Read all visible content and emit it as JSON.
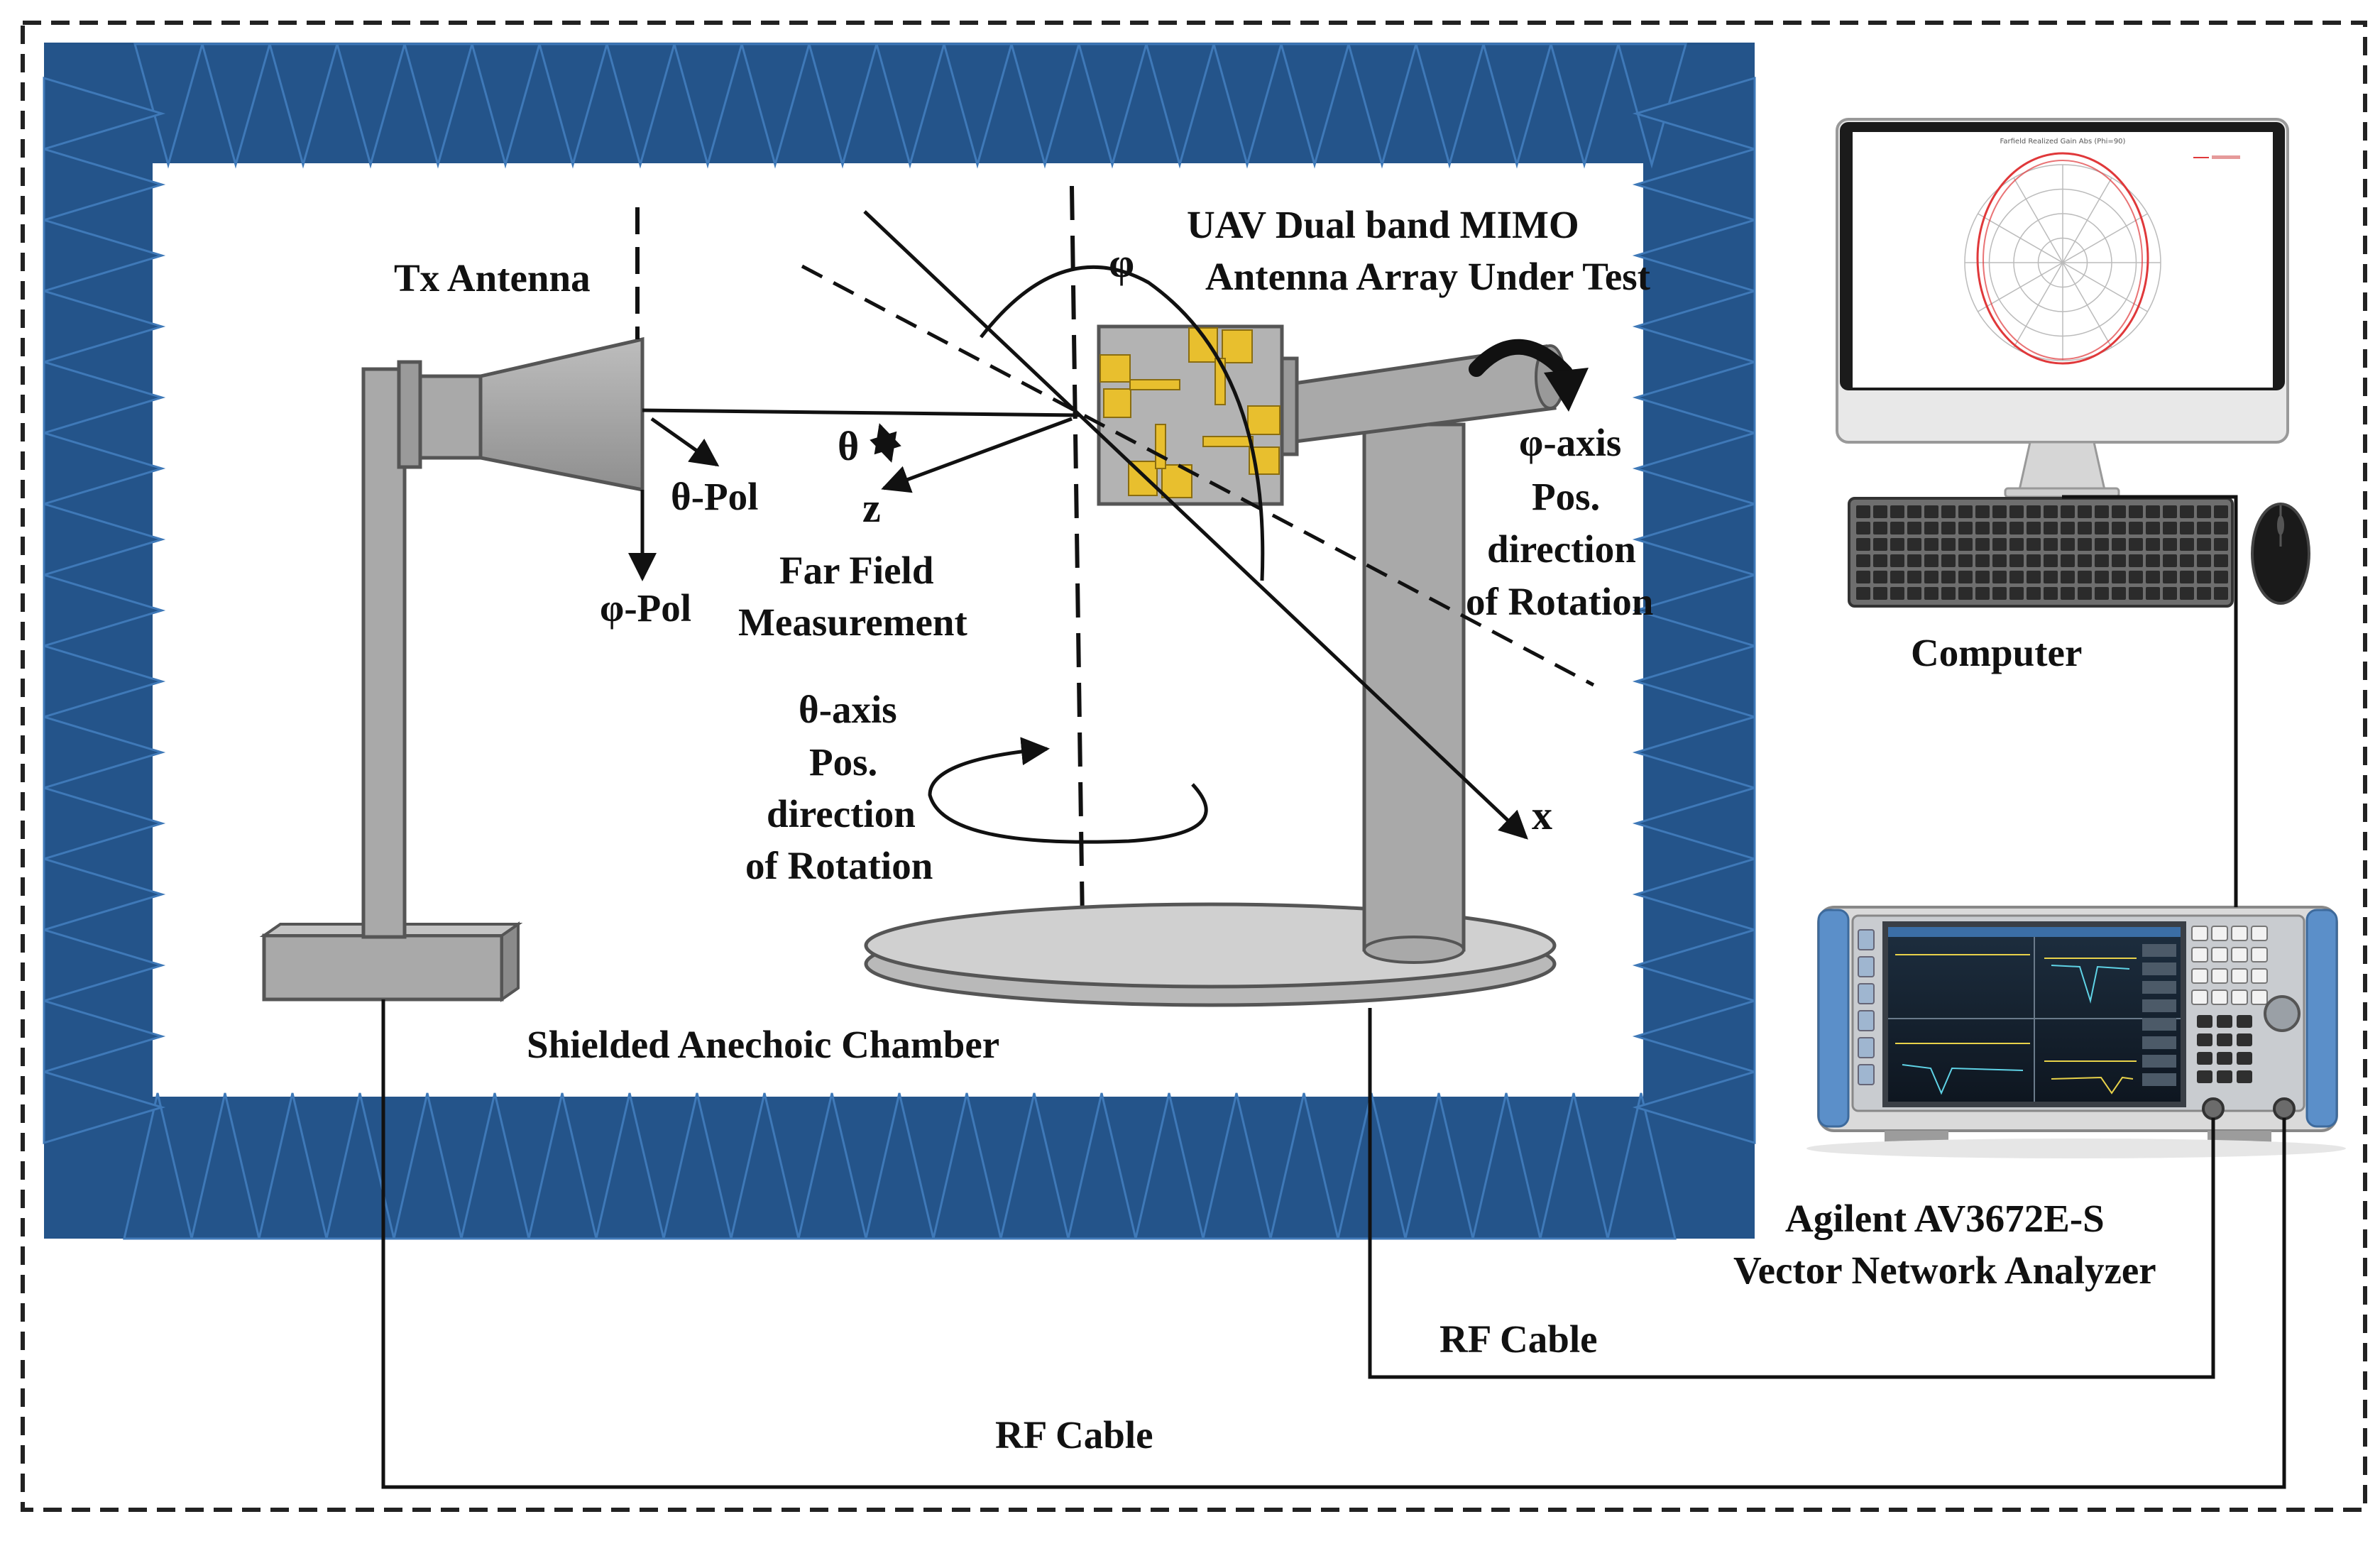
{
  "labels": {
    "tx_antenna": "Tx Antenna",
    "aut_line1": "UAV Dual band MIMO",
    "aut_line2": "Antenna Array Under Test",
    "phi_symbol": "φ",
    "theta_symbol": "θ",
    "z_axis": "z",
    "x_axis": "x",
    "theta_pol": "θ-Pol",
    "phi_pol": "φ-Pol",
    "far_field_line1": "Far Field",
    "far_field_line2": "Measurement",
    "theta_axis_line1": "θ-axis",
    "theta_axis_line2": "Pos.",
    "theta_axis_line3": "direction",
    "theta_axis_line4": "of Rotation",
    "phi_axis_line1": "φ-axis",
    "phi_axis_line2": "Pos.",
    "phi_axis_line3": "direction",
    "phi_axis_line4": "of Rotation",
    "chamber": "Shielded Anechoic Chamber",
    "computer": "Computer",
    "vna_line1": "Agilent AV3672E-S",
    "vna_line2": "Vector Network Analyzer",
    "rf_cable_upper": "RF Cable",
    "rf_cable_lower": "RF Cable"
  },
  "colors": {
    "absorber": "#24548a",
    "absorber_edge": "#3f79b8",
    "fixture_gray": "#a9a9a9",
    "fixture_edge": "#555555",
    "antenna_pad": "#e8bf2e",
    "antenna_board": "#b3b3b3",
    "polar_trace": "#e0383a"
  }
}
